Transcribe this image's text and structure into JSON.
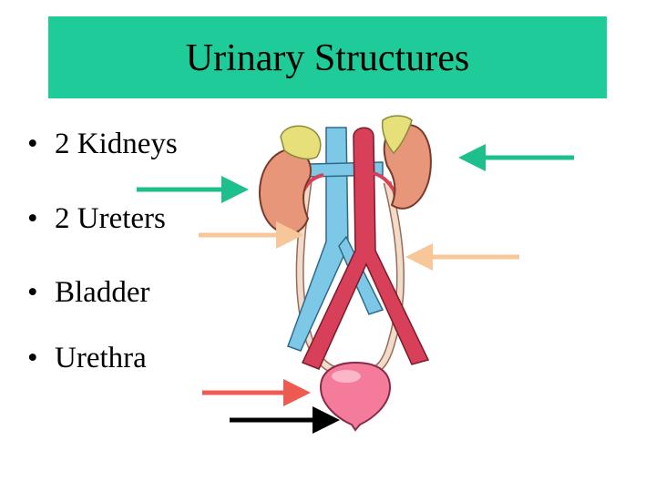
{
  "slide": {
    "title": "Urinary Structures",
    "bullets": [
      "2 Kidneys",
      "2 Ureters",
      "Bladder",
      "Urethra"
    ]
  },
  "colors": {
    "title_bg": "#1fcc99",
    "kidney_arrow": "#1dbf8c",
    "ureter_arrow": "#f7c79a",
    "bladder_arrow": "#ee5a50",
    "urethra_arrow": "#000000",
    "kidney": "#e8967a",
    "adrenal": "#e6df7a",
    "vein": "#7cc8e6",
    "artery": "#d8405a",
    "bladder": "#f47c9a",
    "ureter": "#f0dcc8"
  },
  "illustration": "urinary-system-anatomy"
}
